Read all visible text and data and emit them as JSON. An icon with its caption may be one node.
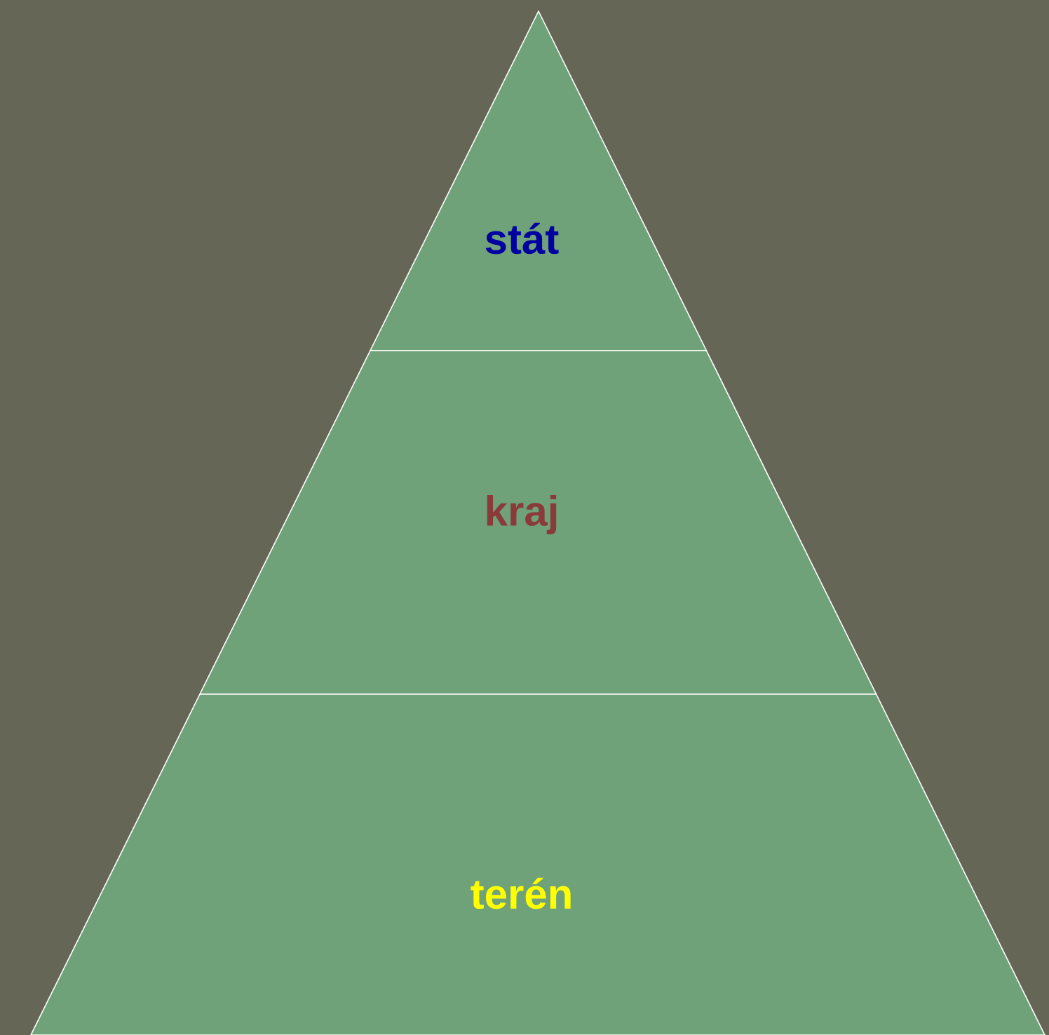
{
  "diagram": {
    "nodes": [
      {
        "text": [
          "stát"
        ]
      },
      {
        "text": [
          "kraj"
        ]
      },
      {
        "text": [
          "terén"
        ]
      }
    ]
  }
}
